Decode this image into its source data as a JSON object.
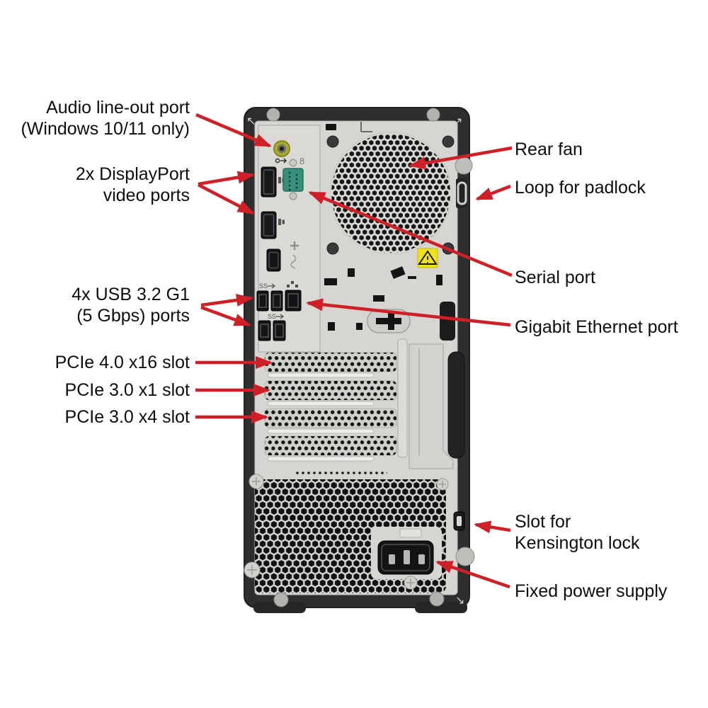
{
  "figure": {
    "type": "hardware-callout-diagram",
    "subject": "desktop tower rear panel",
    "callouts_left": [
      {
        "id": "audio",
        "line1": "Audio line-out port",
        "line2": "(Windows 10/11 only)"
      },
      {
        "id": "displayport",
        "line1": "2x DisplayPort",
        "line2": "video ports"
      },
      {
        "id": "usb",
        "line1": "4x USB 3.2 G1",
        "line2": "(5 Gbps) ports"
      },
      {
        "id": "pcie-x16",
        "line1": "PCIe 4.0 x16 slot"
      },
      {
        "id": "pcie-x1",
        "line1": "PCIe 3.0 x1 slot"
      },
      {
        "id": "pcie-x4",
        "line1": "PCIe 3.0 x4 slot"
      }
    ],
    "callouts_right": [
      {
        "id": "fan",
        "line1": "Rear fan"
      },
      {
        "id": "padlock",
        "line1": "Loop for padlock"
      },
      {
        "id": "serial",
        "line1": "Serial port"
      },
      {
        "id": "ethernet",
        "line1": "Gigabit Ethernet port"
      },
      {
        "id": "kensington",
        "line1": "Slot for",
        "line2": "Kensington lock"
      },
      {
        "id": "power",
        "line1": "Fixed power supply"
      }
    ],
    "port_markings": {
      "serial_label": "8",
      "usb_label_top": "SS",
      "usb_label_bottom": "SS"
    },
    "colors": {
      "arrow": "#ce2026",
      "chassis_frame": "#2e2e2e",
      "panel": "#d6d5d2",
      "serial_port": "#37907c",
      "audio_ring": "#a8aa30",
      "warning_sticker": "#f0e11a",
      "background": "#ffffff"
    }
  }
}
